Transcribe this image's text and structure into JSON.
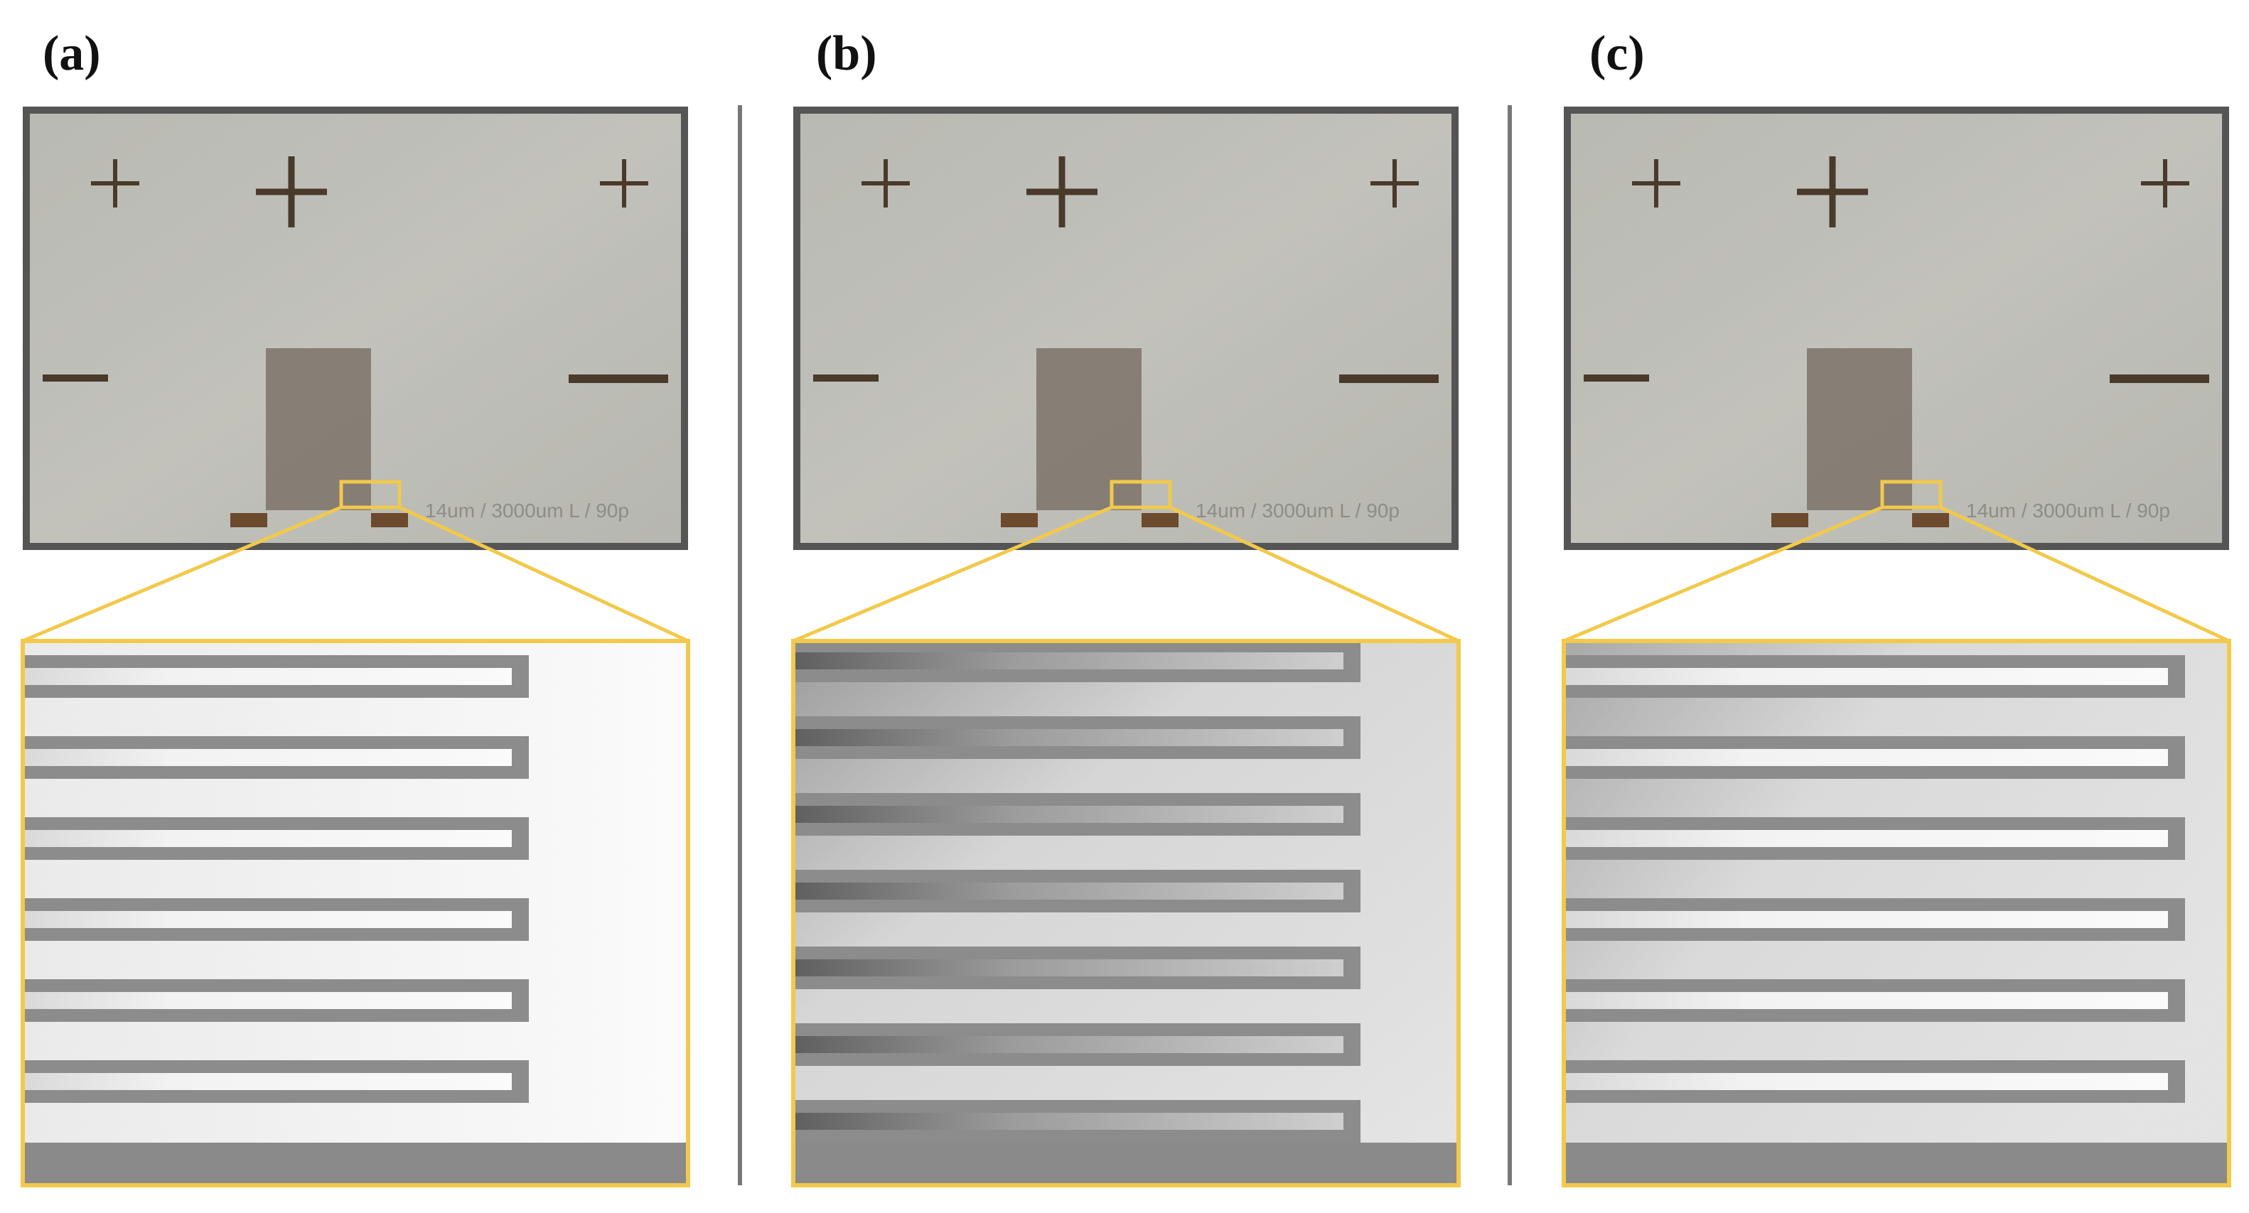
{
  "figure": {
    "panels": [
      {
        "label": "(a)",
        "chip_text": "14um / 3000um L / 90p",
        "zoom_style": "uniform"
      },
      {
        "label": "(b)",
        "chip_text": "14um / 3000um L / 90p",
        "zoom_style": "dark"
      },
      {
        "label": "(c)",
        "chip_text": "14um / 3000um L / 90p",
        "zoom_style": "gradient"
      }
    ],
    "colors": {
      "highlight": "#f2c94c",
      "chip_background": "#b8b8b0",
      "chip_mark": "#4a3a2c",
      "pad": "#7d7269",
      "electrode": "#8c8c8c",
      "substrate": "#ececec",
      "divider": "#777777"
    }
  }
}
